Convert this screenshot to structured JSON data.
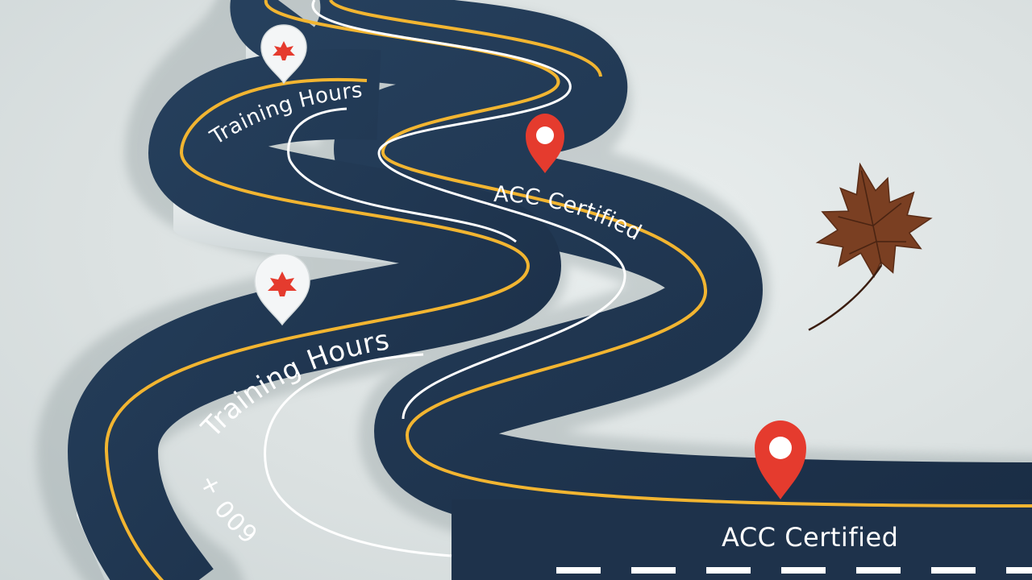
{
  "scene": {
    "labels": {
      "training_top": "Training Hours",
      "training_bottom": "Training Hours",
      "acc_middle": "ACC Certified",
      "acc_bottom": "ACC Certified",
      "distance_hours": "600 + "
    },
    "colors": {
      "background": "#dde3e3",
      "road": "#1f3550",
      "road_wall": "#edf1f2",
      "edge_line": "#f2b531",
      "center_line": "#ffffff",
      "pin_red": "#e53b2e",
      "leaf_brown": "#7a3f22"
    },
    "icons": [
      "maple-leaf-pin-icon",
      "location-pin-icon",
      "maple-leaf-icon"
    ]
  }
}
